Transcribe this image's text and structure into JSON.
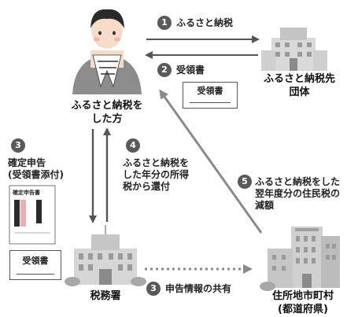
{
  "colors": {
    "arrow_dark": "#555555",
    "arrow_gray": "#8a8a8a",
    "badge": "#5a5a5a",
    "text": "#222222"
  },
  "person": {
    "label_line1": "ふるさと納税を",
    "label_line2": "した方"
  },
  "destination": {
    "label_line1": "ふるさと納税先",
    "label_line2": "団体"
  },
  "tax_office": {
    "label": "税務署"
  },
  "municipality": {
    "label_line1": "住所地市町村",
    "label_line2": "(都道府県)"
  },
  "steps": [
    {
      "num": "1",
      "text": "ふるさと納税"
    },
    {
      "num": "2",
      "text": "受領書"
    },
    {
      "num": "3",
      "line1": "確定申告",
      "line2": "(受領書添付)"
    },
    {
      "num": "4",
      "line1": "ふるさと納税を",
      "line2": "した年分の所得",
      "line3": "税から還付"
    },
    {
      "num": "5",
      "line1": "ふるさと納税をした",
      "line2": "翌年度分の住民税の",
      "line3": "減額"
    },
    {
      "num": "3",
      "text": "申告情報の共有"
    }
  ],
  "receipts": {
    "top": "受領書",
    "left": "受領書"
  },
  "tax_form": {
    "title": "確定申告書"
  }
}
